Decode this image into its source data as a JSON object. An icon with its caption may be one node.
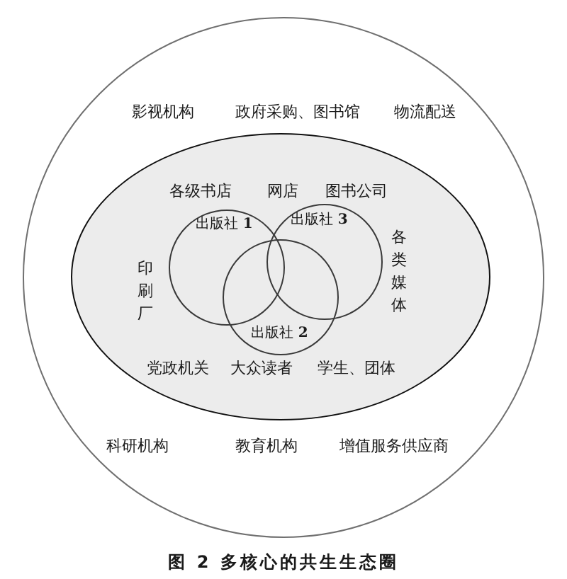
{
  "diagram": {
    "caption": "图 2 多核心的共生生态圈",
    "nodes": [
      {
        "text": [
          "影视机构",
          "政府采购、图书馆",
          "物流配送",
          "科研机构",
          "教育机构",
          "增值服务供应商"
        ]
      },
      {
        "text": [
          "各级书店",
          "网店",
          "图书公司",
          "印刷厂",
          "各类媒体",
          "党政机关",
          "大众读者",
          "学生、团体"
        ],
        "in": 0
      },
      {
        "text": [
          "出版社 **1**"
        ],
        "in": 1
      },
      {
        "text": [
          "出版社 **3**"
        ],
        "in": 1
      },
      {
        "text": [
          "出版社 **2**"
        ],
        "in": 1
      }
    ]
  }
}
